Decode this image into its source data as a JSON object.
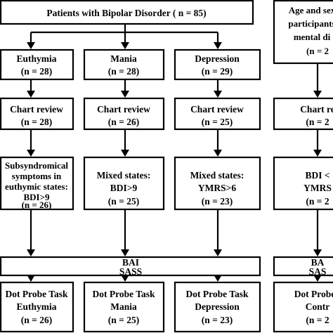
{
  "colors": {
    "stroke": "#000000",
    "fill": "#ffffff",
    "text": "#000000"
  },
  "top": {
    "label": "Patients with Bipolar Disorder ( n = 85)"
  },
  "groups": {
    "euthymia": {
      "label": "Euthymia",
      "n": "(n = 28)"
    },
    "mania": {
      "label": "Mania",
      "n": "(n = 28)"
    },
    "depression": {
      "label": "Depression",
      "n": "(n = 29)"
    }
  },
  "chart_review": {
    "label": "Chart review",
    "euthymia_n": "(n = 28)",
    "mania_n": "(n = 26)",
    "depression_n": "(n = 25)",
    "control_label": "Chart re",
    "control_n": "(n = 2"
  },
  "criteria": {
    "euthymia": [
      "Subsyndromical",
      "symptoms in",
      "euthymic states:",
      "BDI>9",
      "(n = 26)"
    ],
    "mania": [
      "Mixed states:",
      "BDI>9",
      "(n = 25)"
    ],
    "depression": [
      "Mixed states:",
      "YMRS>6",
      "(n = 23)"
    ],
    "control": [
      "BDI <",
      "YMRS",
      "(n = 2"
    ]
  },
  "measures": {
    "line1": "BAI",
    "line2": "SASS",
    "control_line1": "BA",
    "control_line2": "SAS"
  },
  "tasks": {
    "euthymia": [
      "Dot Probe Task",
      "Euthymia",
      "(n = 26)"
    ],
    "mania": [
      "Dot Probe Task",
      "Mania",
      "(n = 25)"
    ],
    "depression": [
      "Dot Probe Task",
      "Depression",
      "(n = 23)"
    ],
    "control": [
      "Dot Probe",
      "Contr",
      "(n = 2"
    ]
  },
  "control_top": {
    "lines": [
      "Age and sex",
      "participants",
      "mental di",
      "(n = 2"
    ]
  }
}
